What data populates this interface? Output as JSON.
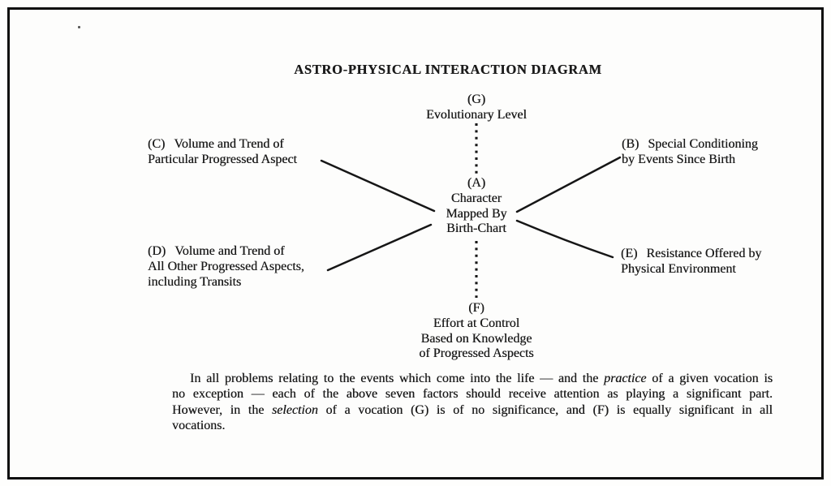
{
  "title": "ASTRO-PHYSICAL INTERACTION DIAGRAM",
  "nodes": {
    "g": {
      "id": "(G)",
      "lines": [
        "Evolutionary Level"
      ]
    },
    "a": {
      "id": "(A)",
      "lines": [
        "Character",
        "Mapped By",
        "Birth-Chart"
      ]
    },
    "f": {
      "id": "(F)",
      "lines": [
        "Effort at Control",
        "Based on Knowledge",
        "of Progressed Aspects"
      ]
    },
    "c": {
      "id": "(C)",
      "lines": [
        "Volume and Trend of",
        "Particular Progressed Aspect"
      ]
    },
    "b": {
      "id": "(B)",
      "lines": [
        "Special Conditioning",
        "by Events Since Birth"
      ]
    },
    "d": {
      "id": "(D)",
      "lines": [
        "Volume and Trend of",
        "All Other Progressed Aspects,",
        "including Transits"
      ]
    },
    "e": {
      "id": "(E)",
      "lines": [
        "Resistance Offered by",
        "Physical Environment"
      ]
    }
  },
  "caption": {
    "part1": "In all problems relating to the events which come into the life — and the ",
    "italic1": "practice",
    "part2": " of a given vocation is no exception — each of the above seven factors should receive attention as playing a significant part. However, in the ",
    "italic2": "selection",
    "part3": " of a vocation (G) is of no significance, and (F) is equally significant in all vocations."
  },
  "colors": {
    "ink": "#1b1b1b",
    "paper": "#fdfdfc",
    "frame_border": "#0e0e0e"
  }
}
